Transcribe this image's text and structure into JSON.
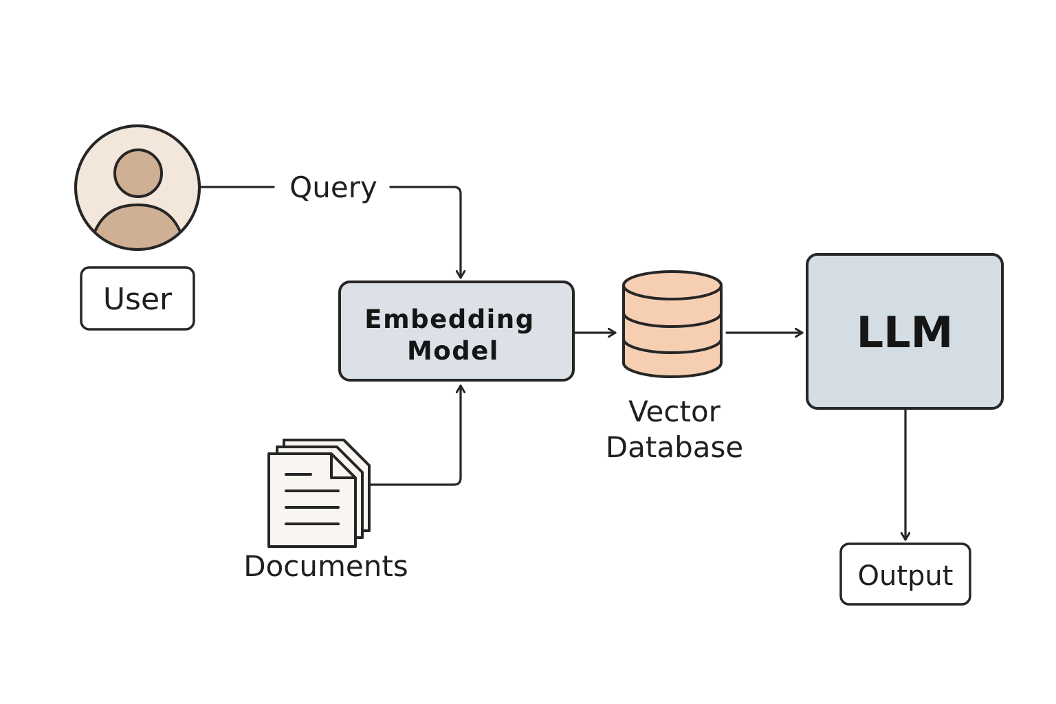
{
  "diagram": {
    "nodes": {
      "user": {
        "label": "User"
      },
      "embedding_model": {
        "line1": "Embedding",
        "line2": "Model"
      },
      "vector_database": {
        "line1": "Vector",
        "line2": "Database"
      },
      "llm": {
        "label": "LLM"
      },
      "documents": {
        "label": "Documents"
      },
      "output": {
        "label": "Output"
      }
    },
    "edges": {
      "query": {
        "label": "Query"
      }
    },
    "icons": {
      "user": "user-avatar-icon",
      "documents": "documents-stack-icon",
      "database": "database-cylinder-icon"
    },
    "colors": {
      "stroke": "#262626",
      "avatar_bg": "#f3e6da",
      "avatar_figure": "#d0b095",
      "embedding_fill": "#dbe1e6",
      "llm_fill": "#d4dde3",
      "database_fill": "#f6cfb3",
      "document_fill": "#f9f5f1"
    }
  }
}
